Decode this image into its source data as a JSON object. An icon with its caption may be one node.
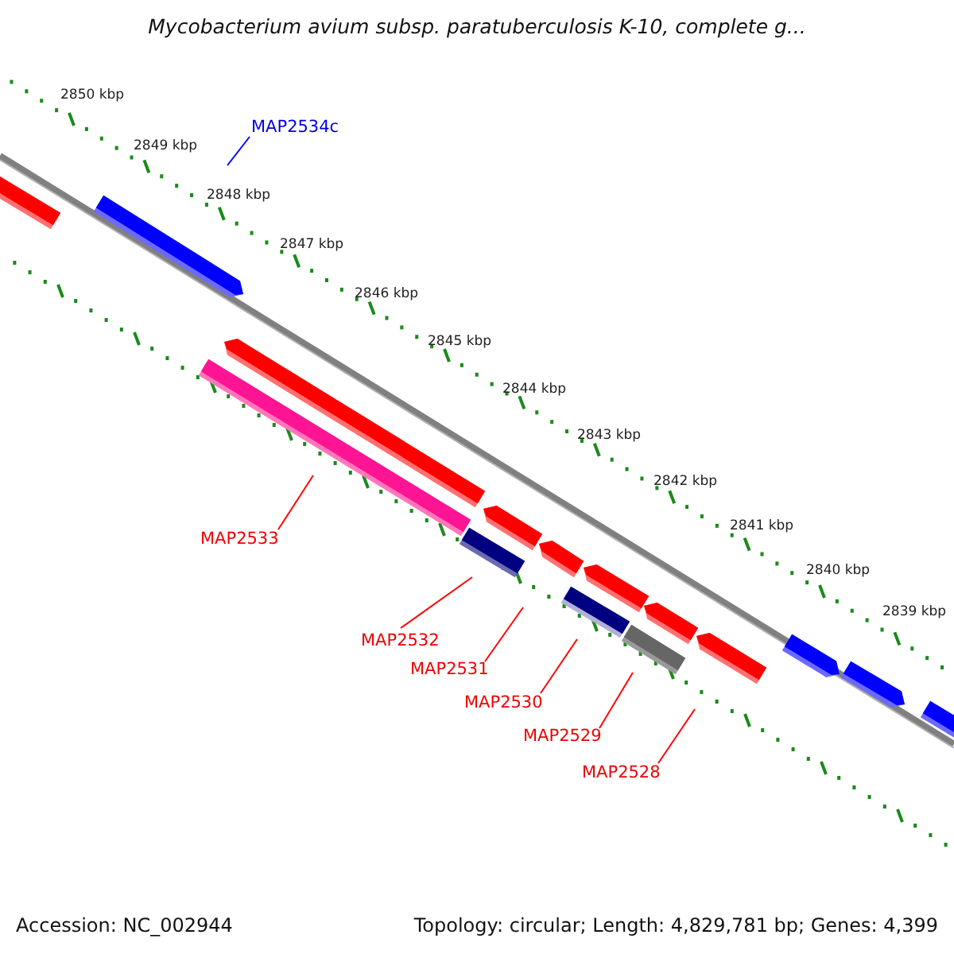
{
  "diagram": {
    "title": "Mycobacterium avium subsp. paratuberculosis K-10, complete g...",
    "nodes": [
      {
        "text": [
          "MAP2534c"
        ]
      },
      {
        "text": [
          "MAP2533"
        ]
      },
      {
        "text": [
          "MAP2532"
        ]
      },
      {
        "text": [
          "MAP2531"
        ]
      },
      {
        "text": [
          "MAP2530"
        ]
      },
      {
        "text": [
          "MAP2529"
        ]
      },
      {
        "text": [
          "MAP2528"
        ]
      }
    ],
    "edges": [
      {
        "from": 0,
        "to": null,
        "arrow": "none",
        "color": "#0000ff"
      },
      {
        "from": 1,
        "to": null,
        "arrow": "none"
      },
      {
        "from": 2,
        "to": null,
        "arrow": "none"
      },
      {
        "from": 3,
        "to": null,
        "arrow": "none"
      },
      {
        "from": 4,
        "to": null,
        "arrow": "none"
      },
      {
        "from": 5,
        "to": null,
        "arrow": "none"
      },
      {
        "from": 6,
        "to": null,
        "arrow": "none"
      }
    ],
    "labels": [
      "2850 kbp",
      "2849 kbp",
      "2848 kbp",
      "2847 kbp",
      "2846 kbp",
      "2845 kbp",
      "2844 kbp",
      "2843 kbp",
      "2842 kbp",
      "2841 kbp",
      "2840 kbp",
      "2839 kbp",
      "Accession: NC_002944",
      "Topology: circular; Length: 4,829,781 bp; Genes: 4,399"
    ]
  }
}
